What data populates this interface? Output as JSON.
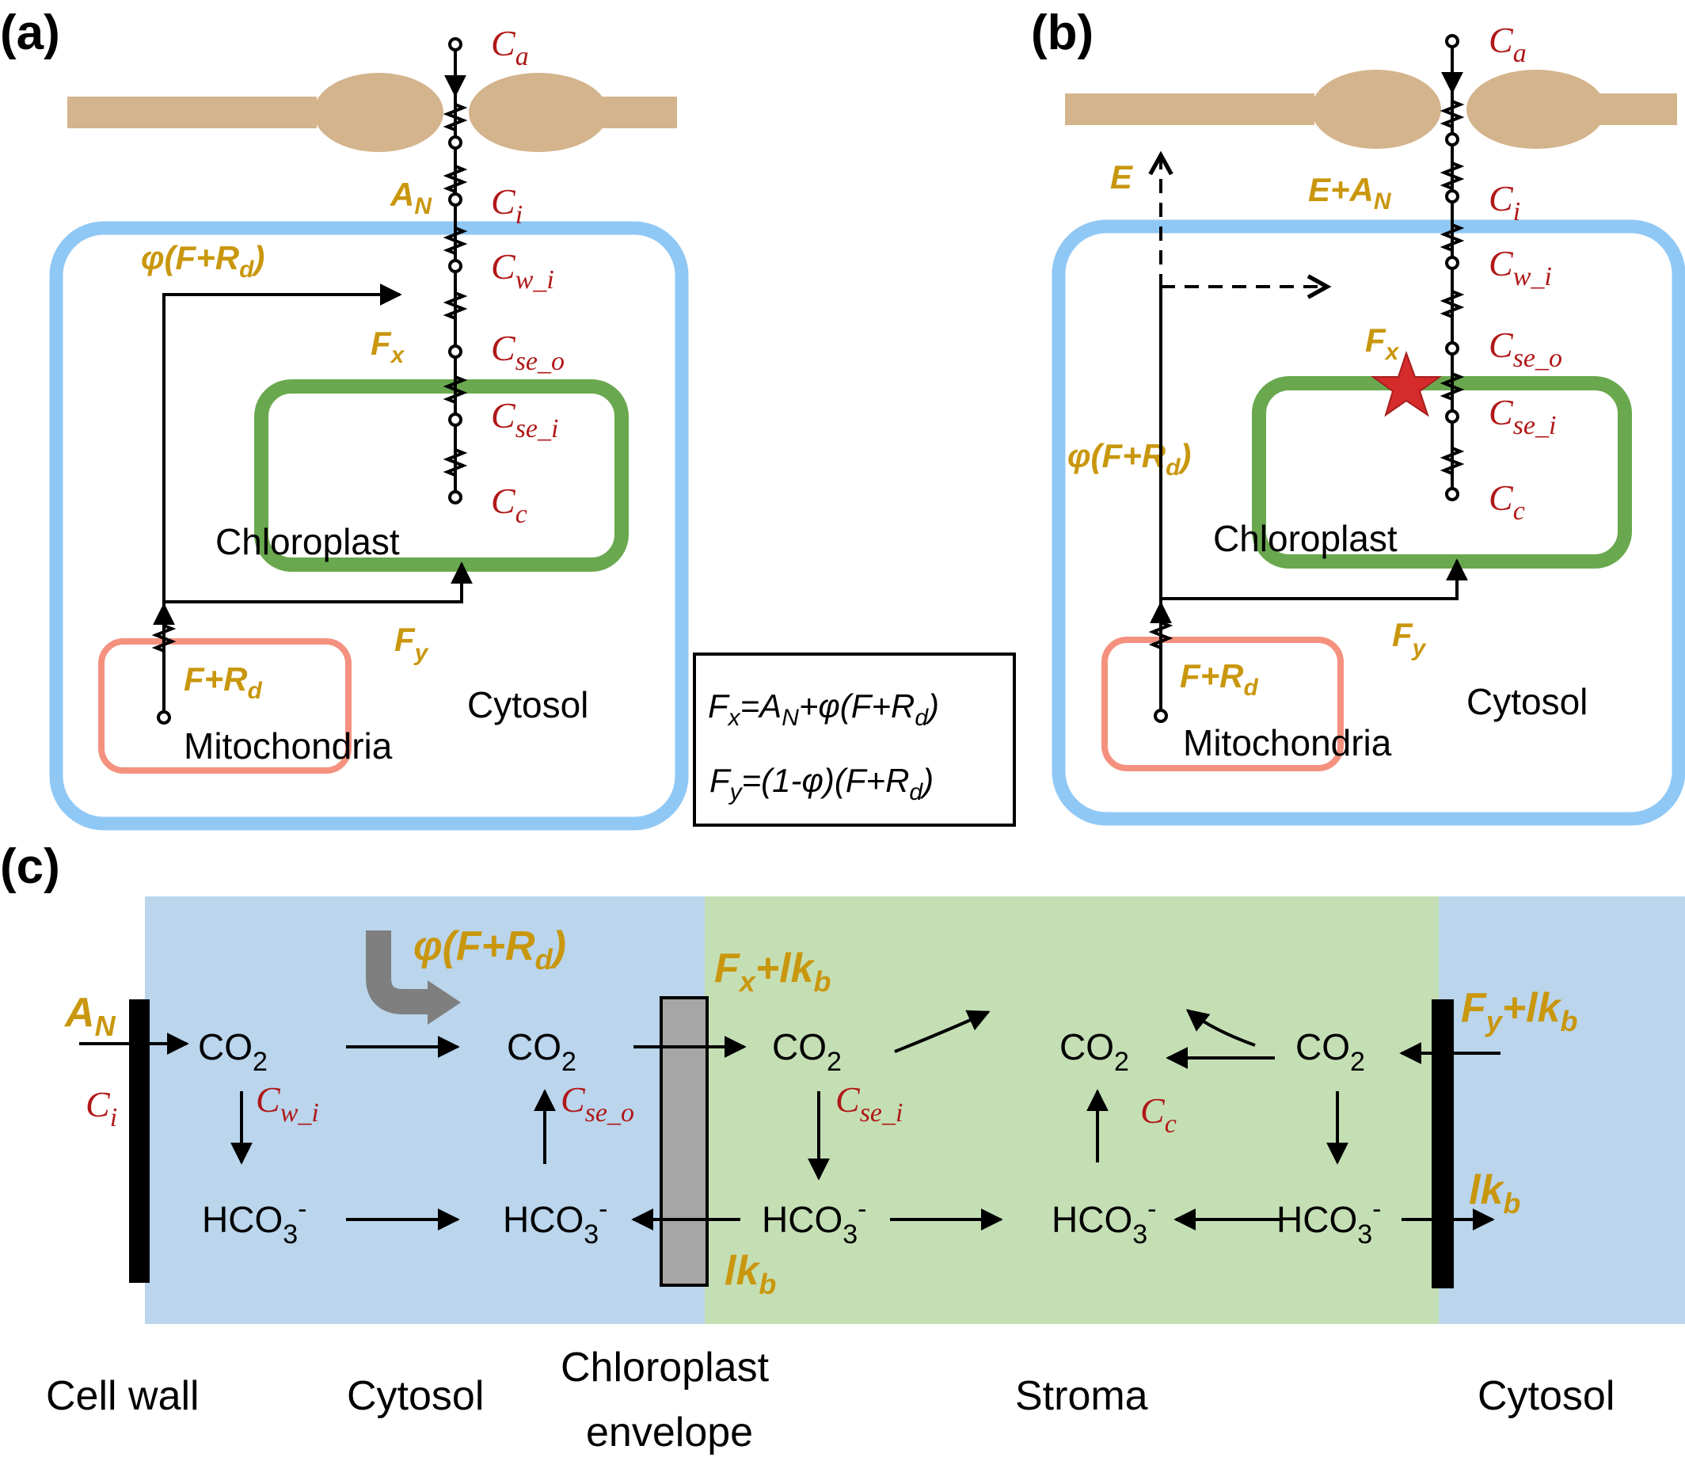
{
  "panels": {
    "a": {
      "label": "(a)"
    },
    "b": {
      "label": "(b)"
    },
    "c": {
      "label": "(c)"
    }
  },
  "nodes": {
    "ca": {
      "base": "C",
      "sub": "a"
    },
    "ci": {
      "base": "C",
      "sub": "i"
    },
    "cwi": {
      "base": "C",
      "sub": "w_i"
    },
    "cseo": {
      "base": "C",
      "sub": "se_o"
    },
    "csei": {
      "base": "C",
      "sub": "se_i"
    },
    "cc": {
      "base": "C",
      "sub": "c"
    }
  },
  "fluxes": {
    "an": {
      "base": "A",
      "sub": "N"
    },
    "e_an": {
      "pre": "E+A",
      "sub": "N"
    },
    "e": "E",
    "phi": {
      "pre": "φ(F+R",
      "sub": "d",
      "post": ")"
    },
    "fx": {
      "base": "F",
      "sub": "x"
    },
    "fy": {
      "base": "F",
      "sub": "y"
    },
    "frd": {
      "pre": "F+R",
      "sub": "d"
    },
    "fx_lk": {
      "base": "F",
      "sub": "x",
      "post": "+lk",
      "sub2": "b"
    },
    "fy_lk": {
      "base": "F",
      "sub": "y",
      "post": "+lk",
      "sub2": "b"
    },
    "lk": {
      "base": "lk",
      "sub": "b"
    }
  },
  "compartments": {
    "chloroplast": "Chloroplast",
    "mitochondria": "Mitochondria",
    "cytosol": "Cytosol"
  },
  "equations": {
    "fx": {
      "lhs": "F",
      "lhs_sub": "x",
      "eq": "=A",
      "eq_sub": "N",
      "rest": "+φ(F+R",
      "rest_sub": "d",
      "close": ")"
    },
    "fy": {
      "lhs": "F",
      "lhs_sub": "y",
      "eq": "=(1-φ)(F+R",
      "eq_sub": "d",
      "close": ")"
    }
  },
  "species": {
    "co2": {
      "base": "CO",
      "sub": "2"
    },
    "hco3": {
      "base": "HCO",
      "sub": "3",
      "sup": "-"
    }
  },
  "bottom_labels": {
    "cell_wall": "Cell wall",
    "cytosol_left": "Cytosol",
    "envelope_line1": "Chloroplast",
    "envelope_line2": "envelope",
    "stroma": "Stroma",
    "cytosol_right": "Cytosol"
  },
  "colors": {
    "gold": "#C9970E",
    "red_label": "#B01818",
    "stomata": "#D4B48C",
    "cell_membrane": "#90C8F5",
    "chloroplast": "#6AA84F",
    "mitochondria": "#F4917F",
    "cytosol_bg": "#BAD5EC",
    "stroma_bg": "#C5DFB5",
    "envelope": "#A6A6A6",
    "star": "#D62B2B"
  }
}
